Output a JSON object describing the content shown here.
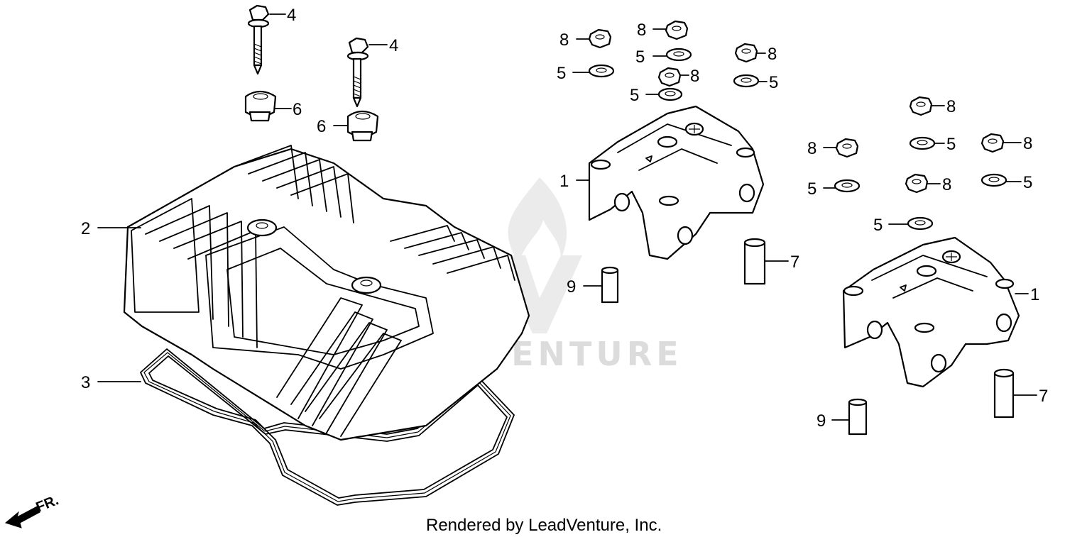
{
  "diagram": {
    "watermark": "LEADVENTURE",
    "footer": "Rendered by LeadVenture, Inc.",
    "direction_label": "FR.",
    "callouts": {
      "c_1a": "1",
      "c_1b": "1",
      "c_2": "2",
      "c_3": "3",
      "c_4a": "4",
      "c_4b": "4",
      "c_5a": "5",
      "c_5b": "5",
      "c_5c": "5",
      "c_5d": "5",
      "c_5e": "5",
      "c_5f": "5",
      "c_5g": "5",
      "c_5h": "5",
      "c_6a": "6",
      "c_6b": "6",
      "c_7a": "7",
      "c_7b": "7",
      "c_8a": "8",
      "c_8b": "8",
      "c_8c": "8",
      "c_8d": "8",
      "c_8e": "8",
      "c_8f": "8",
      "c_8g": "8",
      "c_8h": "8",
      "c_9a": "9",
      "c_9b": "9"
    }
  }
}
